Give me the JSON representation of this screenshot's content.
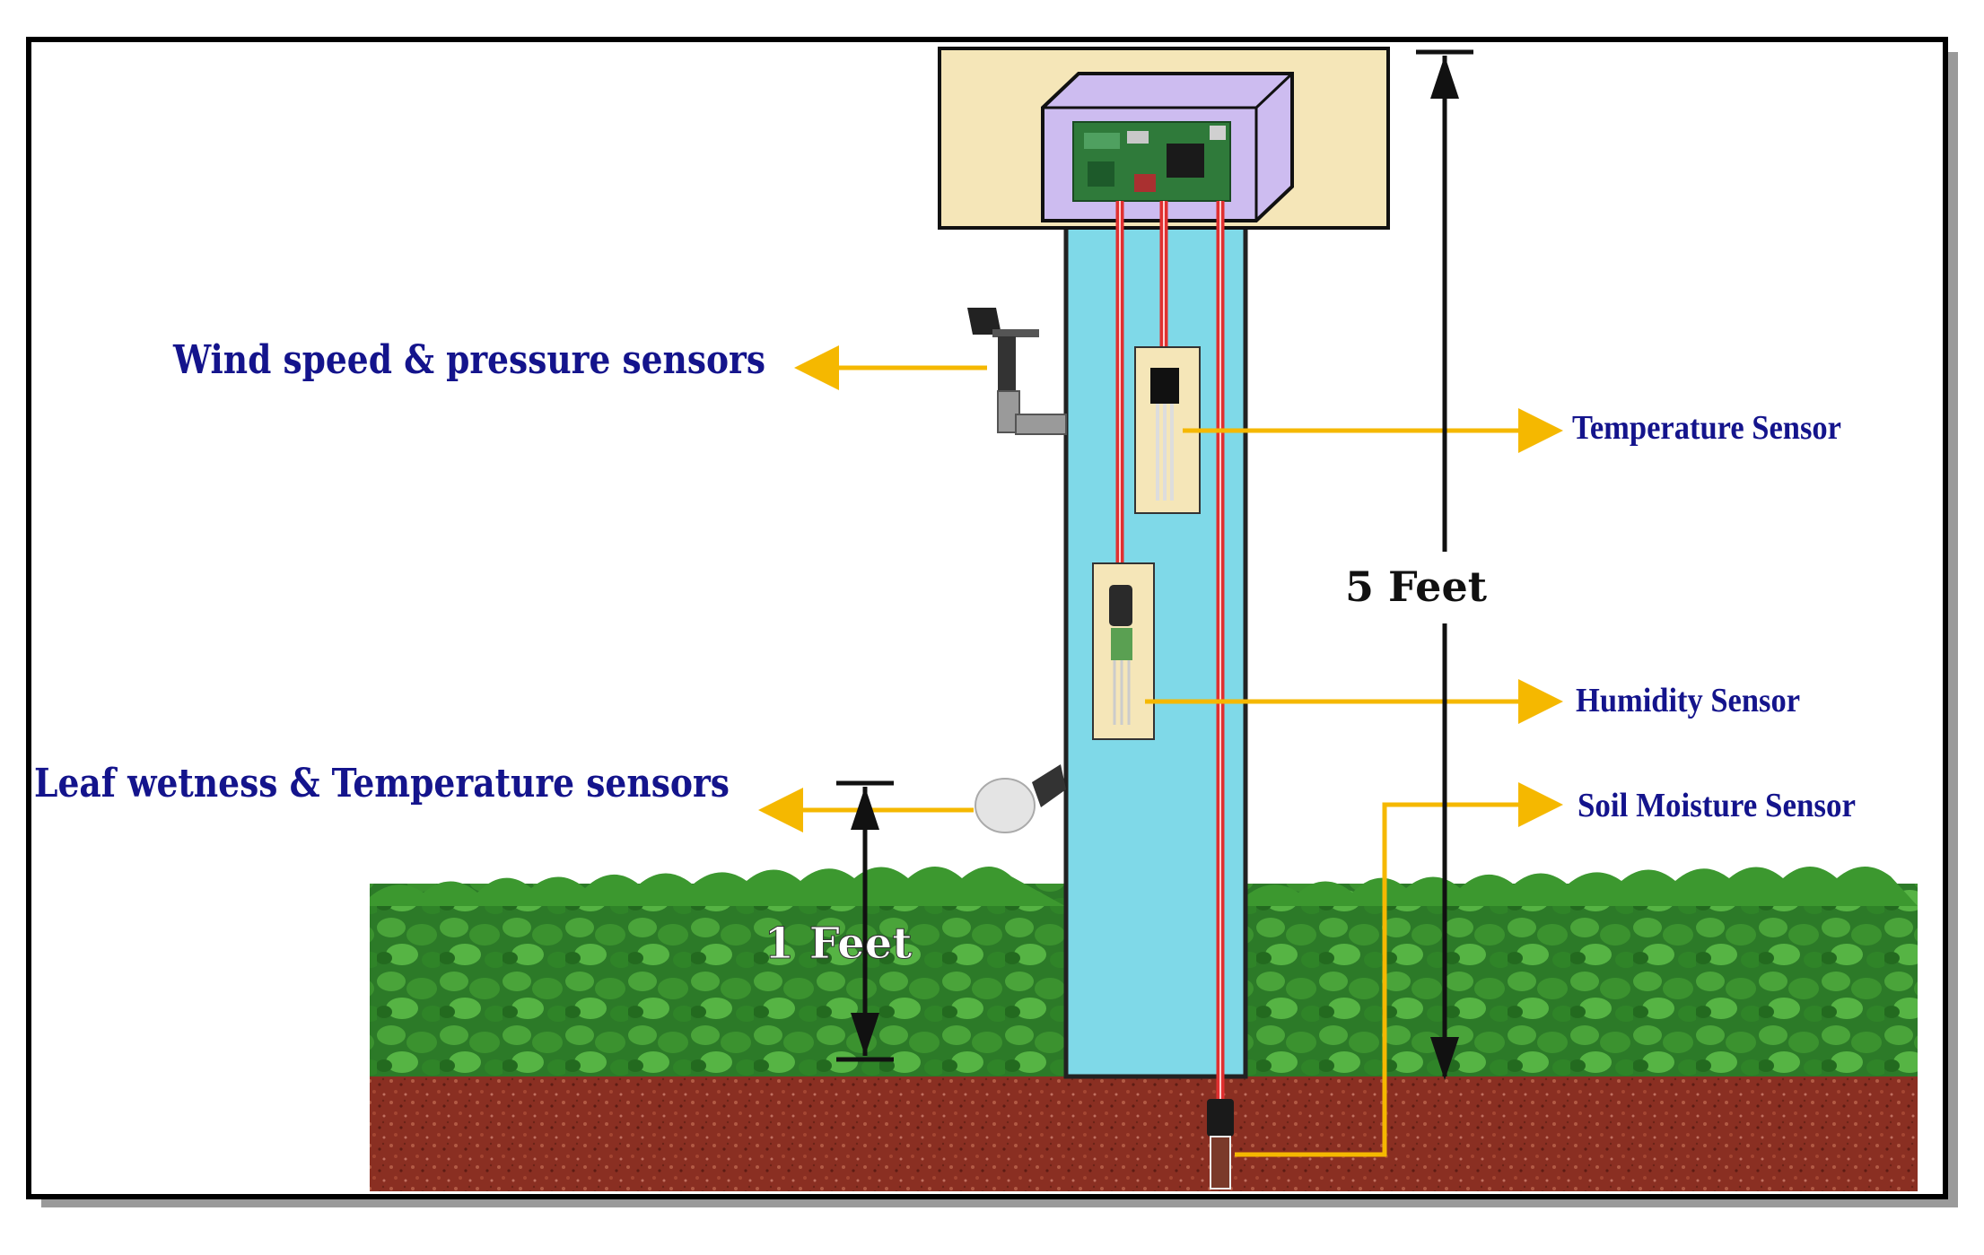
{
  "labels": {
    "wind_pressure": "Wind speed & pressure sensors",
    "leaf_wetness": "Leaf wetness & Temperature sensors",
    "temperature": "Temperature Sensor",
    "humidity": "Humidity Sensor",
    "soil_moisture": "Soil Moisture Sensor"
  },
  "dimensions": {
    "total_height": "5 Feet",
    "leaf_height": "1 Feet"
  },
  "colors": {
    "label_text": "#14148c",
    "arrow": "#f5b800",
    "pole": "#7fd9e8",
    "cable": "#e03030",
    "enclosure": "#cdbcf0",
    "housing": "#f5e6b8",
    "soil": "#8a2f22",
    "foliage": "#2f8a2a"
  }
}
